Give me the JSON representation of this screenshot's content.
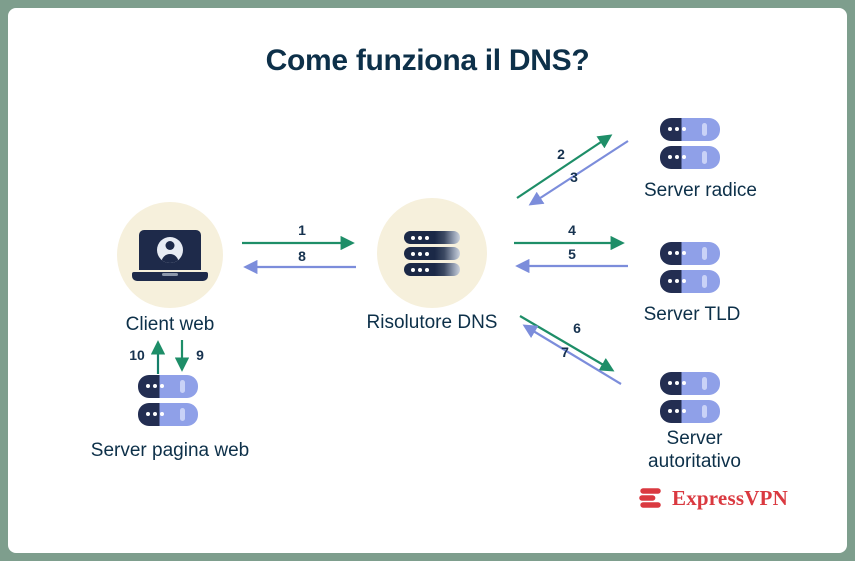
{
  "title": "Come funziona il DNS?",
  "nodes": {
    "client": {
      "label": "Client web"
    },
    "resolver": {
      "label": "Risolutore DNS"
    },
    "root_server": {
      "label": "Server radice"
    },
    "tld_server": {
      "label": "Server TLD"
    },
    "authoritative_server": {
      "label": "Server autoritativo"
    },
    "web_page_server": {
      "label": "Server pagina web"
    }
  },
  "arrows": [
    {
      "label": "1",
      "from": "client",
      "to": "resolver",
      "color": "green"
    },
    {
      "label": "2",
      "from": "resolver",
      "to": "root_server",
      "color": "green"
    },
    {
      "label": "3",
      "from": "root_server",
      "to": "resolver",
      "color": "blue"
    },
    {
      "label": "4",
      "from": "resolver",
      "to": "tld_server",
      "color": "green"
    },
    {
      "label": "5",
      "from": "tld_server",
      "to": "resolver",
      "color": "blue"
    },
    {
      "label": "6",
      "from": "resolver",
      "to": "authoritative_server",
      "color": "green"
    },
    {
      "label": "7",
      "from": "authoritative_server",
      "to": "resolver",
      "color": "blue"
    },
    {
      "label": "8",
      "from": "resolver",
      "to": "client",
      "color": "blue"
    },
    {
      "label": "9",
      "from": "client",
      "to": "web_page_server",
      "color": "green"
    },
    {
      "label": "10",
      "from": "web_page_server",
      "to": "client",
      "color": "green"
    }
  ],
  "brand": {
    "name": "ExpressVPN"
  },
  "colors": {
    "request_arrow_green": "#1E8E68",
    "response_arrow_blue": "#7C8DDB",
    "title_navy": "#0D3049",
    "circle_cream": "#F6F0DC",
    "icon_navy": "#1E2A4A",
    "server_periwinkle": "#8FA0E8",
    "brand_red": "#DA3940",
    "frame_green": "#7E9E8D"
  }
}
